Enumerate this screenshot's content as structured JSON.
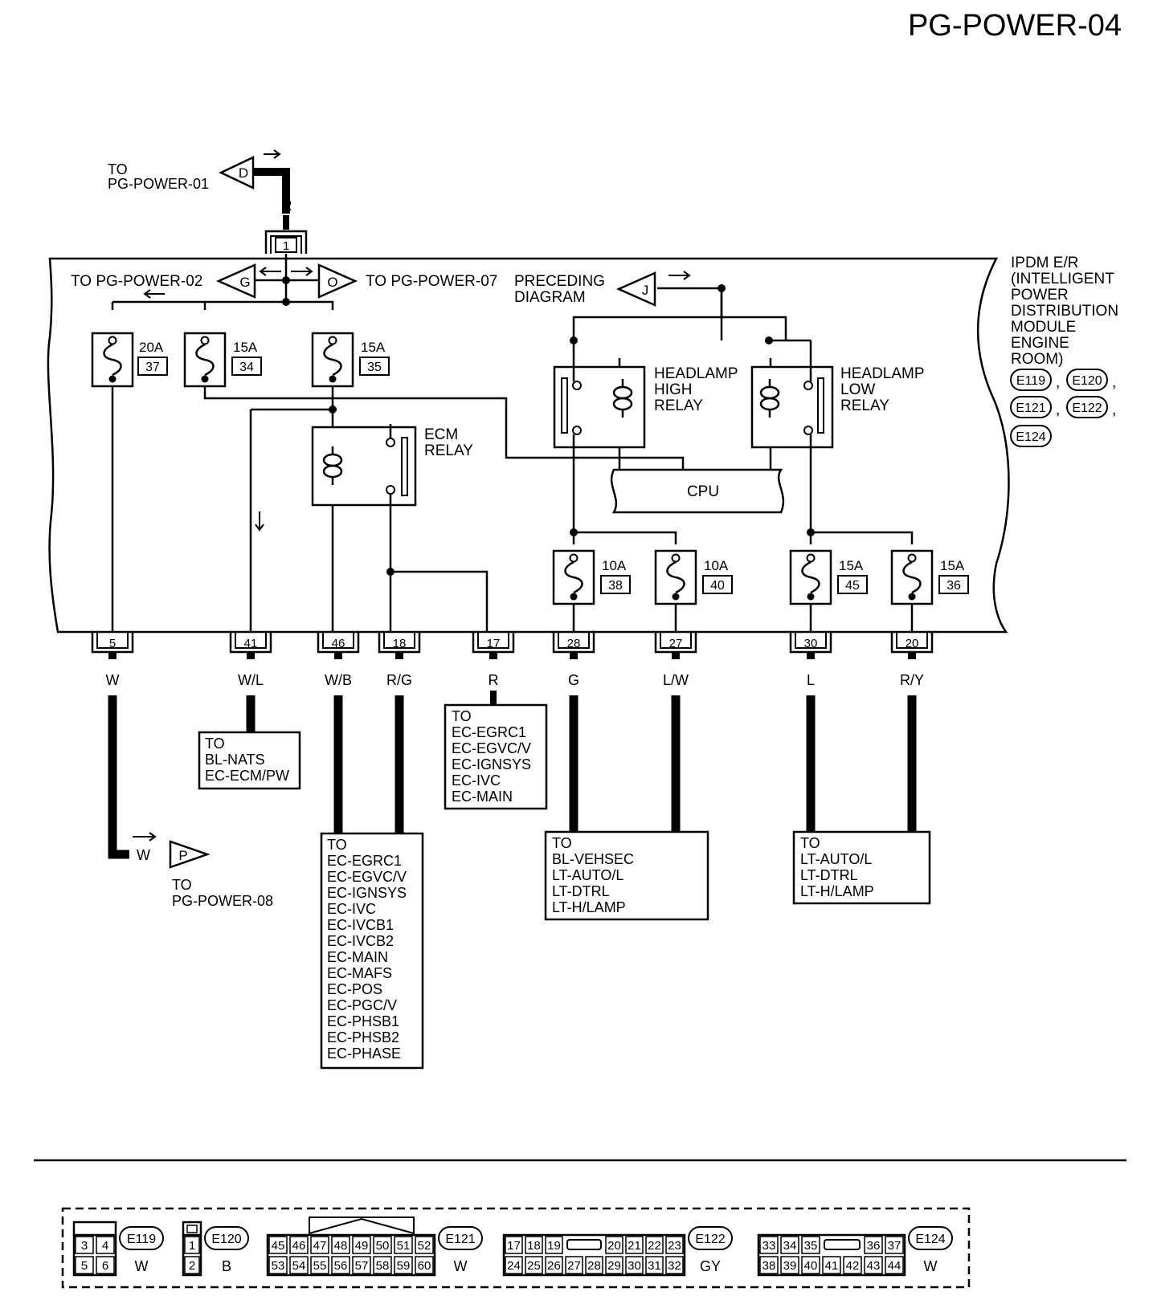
{
  "page_title": "PG-POWER-04",
  "colors": {
    "ink": "#000000",
    "paper": "#ffffff"
  },
  "top_connector": {
    "to_label": "TO",
    "target": "PG-POWER-01",
    "marker": "D",
    "wire_color": "R",
    "pin": "1"
  },
  "links": {
    "g": {
      "text": "TO PG-POWER-02",
      "marker": "G"
    },
    "o": {
      "text": "TO PG-POWER-07",
      "marker": "O"
    },
    "j": {
      "line1": "PRECEDING",
      "line2": "DIAGRAM",
      "marker": "J"
    }
  },
  "module": {
    "lines": [
      "IPDM E/R",
      "(INTELLIGENT",
      "POWER",
      "DISTRIBUTION",
      "MODULE",
      "ENGINE",
      "ROOM)"
    ],
    "connectors": [
      "E119",
      "E120",
      "E121",
      "E122",
      "E124"
    ],
    "separators": [
      ",",
      ",",
      ",",
      ","
    ]
  },
  "fuses": [
    {
      "rating": "20A",
      "number": "37"
    },
    {
      "rating": "15A",
      "number": "34"
    },
    {
      "rating": "15A",
      "number": "35"
    },
    {
      "rating": "10A",
      "number": "38"
    },
    {
      "rating": "10A",
      "number": "40"
    },
    {
      "rating": "15A",
      "number": "45"
    },
    {
      "rating": "15A",
      "number": "36"
    }
  ],
  "relays": {
    "ecm": [
      "ECM",
      "RELAY"
    ],
    "high": [
      "HEADLAMP",
      "HIGH",
      "RELAY"
    ],
    "low": [
      "HEADLAMP",
      "LOW",
      "RELAY"
    ]
  },
  "cpu_label": "CPU",
  "terminals": [
    {
      "pin": "5",
      "wire": "W"
    },
    {
      "pin": "41",
      "wire": "W/L"
    },
    {
      "pin": "46",
      "wire": "W/B"
    },
    {
      "pin": "18",
      "wire": "R/G"
    },
    {
      "pin": "17",
      "wire": "R"
    },
    {
      "pin": "28",
      "wire": "G"
    },
    {
      "pin": "27",
      "wire": "L/W"
    },
    {
      "pin": "30",
      "wire": "L"
    },
    {
      "pin": "20",
      "wire": "R/Y"
    }
  ],
  "destinations": {
    "p_link": {
      "wire": "W",
      "marker": "P",
      "to": "TO",
      "target": "PG-POWER-08"
    },
    "box41": [
      "TO",
      "BL-NATS",
      "EC-ECM/PW"
    ],
    "box17": [
      "TO",
      "EC-EGRC1",
      "EC-EGVC/V",
      "EC-IGNSYS",
      "EC-IVC",
      "EC-MAIN"
    ],
    "box46": [
      "TO",
      "EC-EGRC1",
      "EC-EGVC/V",
      "EC-IGNSYS",
      "EC-IVC",
      "EC-IVCB1",
      "EC-IVCB2",
      "EC-MAIN",
      "EC-MAFS",
      "EC-POS",
      "EC-PGC/V",
      "EC-PHSB1",
      "EC-PHSB2",
      "EC-PHASE"
    ],
    "box28": [
      "TO",
      "BL-VEHSEC",
      "LT-AUTO/L",
      "LT-DTRL",
      "LT-H/LAMP"
    ],
    "box30": [
      "TO",
      "LT-AUTO/L",
      "LT-DTRL",
      "LT-H/LAMP"
    ]
  },
  "connector_legend": [
    {
      "id": "E119",
      "color": "W",
      "rows": [
        [
          "3",
          "4"
        ],
        [
          "5",
          "6"
        ]
      ]
    },
    {
      "id": "E120",
      "color": "B",
      "rows": [
        [
          "1"
        ],
        [
          "2"
        ]
      ]
    },
    {
      "id": "E121",
      "color": "W",
      "rows": [
        [
          "45",
          "46",
          "47",
          "48",
          "49",
          "50",
          "51",
          "52"
        ],
        [
          "53",
          "54",
          "55",
          "56",
          "57",
          "58",
          "59",
          "60"
        ]
      ]
    },
    {
      "id": "E122",
      "color": "GY",
      "rows": [
        [
          "17",
          "18",
          "19",
          "",
          "",
          "20",
          "21",
          "22",
          "23"
        ],
        [
          "24",
          "25",
          "26",
          "27",
          "28",
          "29",
          "30",
          "31",
          "32"
        ]
      ]
    },
    {
      "id": "E124",
      "color": "W",
      "rows": [
        [
          "33",
          "34",
          "35",
          "",
          "",
          "36",
          "37"
        ],
        [
          "38",
          "39",
          "40",
          "41",
          "42",
          "43",
          "44"
        ]
      ]
    }
  ]
}
